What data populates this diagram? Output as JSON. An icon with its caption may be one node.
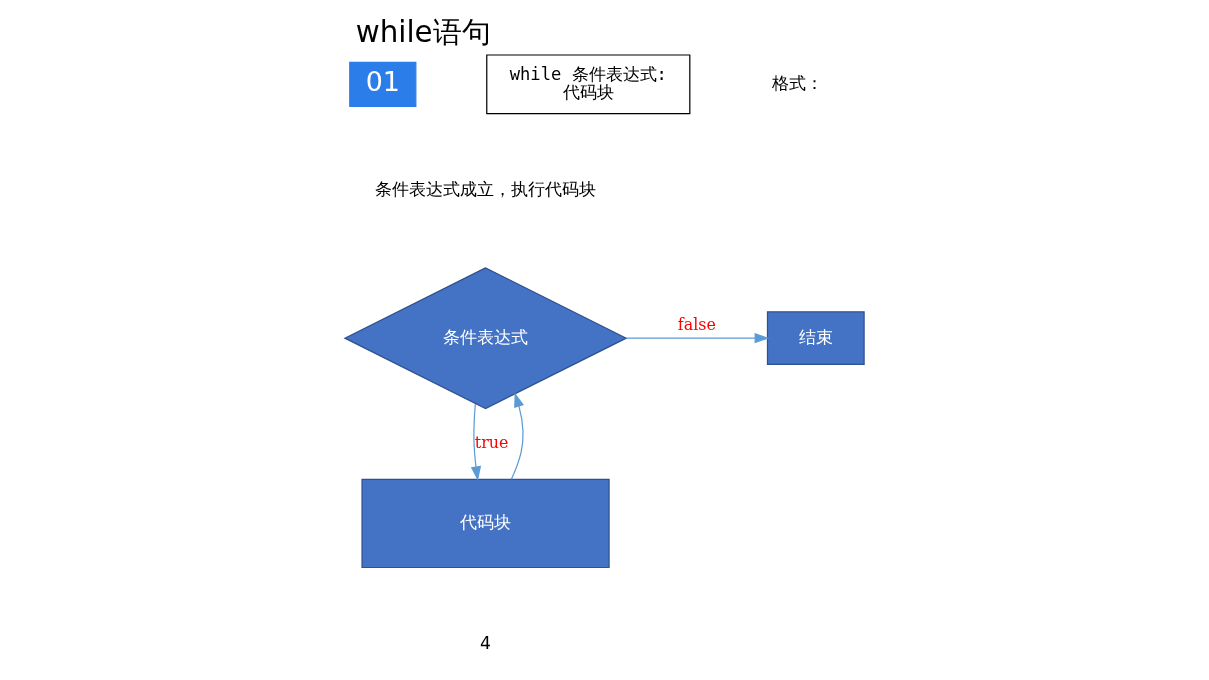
{
  "diagram": {
    "title": "while语句",
    "nodes": [
      {
        "text": [
          "while 条件表达式:",
          "代码块"
        ]
      },
      {
        "text": [
          "条件表达式"
        ]
      },
      {
        "text": [
          "结束"
        ]
      },
      {
        "text": [
          "代码块"
        ]
      }
    ],
    "edges": [
      {
        "from": 1,
        "to": 2,
        "arrow": "to",
        "label": "false"
      },
      {
        "from": 1,
        "to": 3,
        "arrow": "to",
        "label": "true"
      },
      {
        "from": 3,
        "to": 1,
        "arrow": "to"
      }
    ],
    "labels": [
      "01",
      "格式：",
      "条件表达式成立，执行代码块",
      "4"
    ]
  }
}
